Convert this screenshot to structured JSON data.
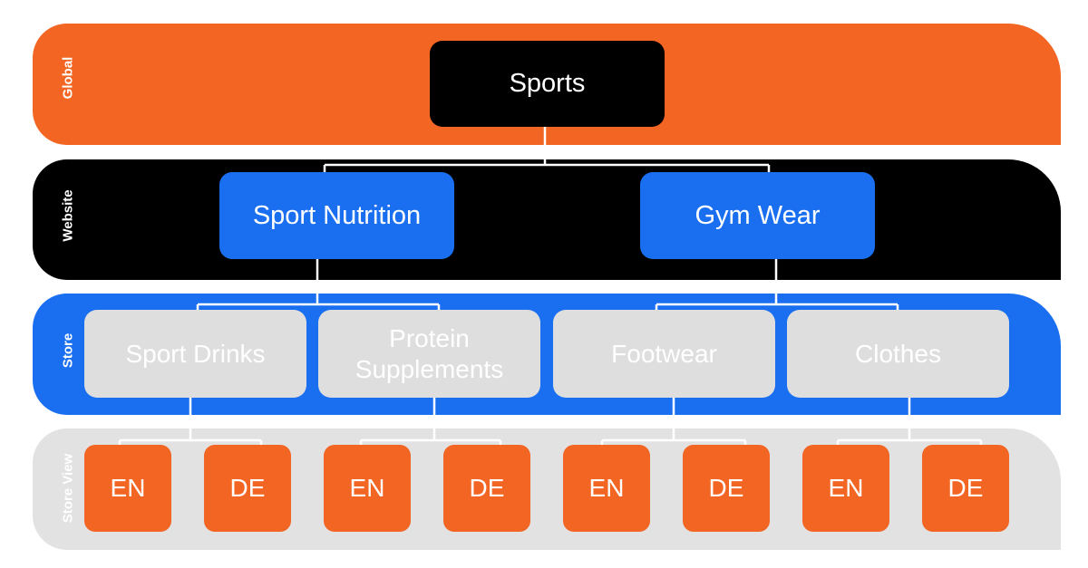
{
  "levels": {
    "global": "Global",
    "website": "Website",
    "store": "Store",
    "store_view": "Store View"
  },
  "root": "Sports",
  "websites": [
    {
      "name": "Sport Nutrition",
      "stores": [
        {
          "name": "Sport Drinks",
          "views": [
            "EN",
            "DE"
          ]
        },
        {
          "name": "Protein Supplements",
          "views": [
            "EN",
            "DE"
          ]
        }
      ]
    },
    {
      "name": "Gym Wear",
      "stores": [
        {
          "name": "Footwear",
          "views": [
            "EN",
            "DE"
          ]
        },
        {
          "name": "Clothes",
          "views": [
            "EN",
            "DE"
          ]
        }
      ]
    }
  ],
  "colors": {
    "global": "#f26522",
    "website": "#000000",
    "store": "#1a6ff0",
    "store_view": "#e2e2e2",
    "connector": "#ffffff"
  }
}
